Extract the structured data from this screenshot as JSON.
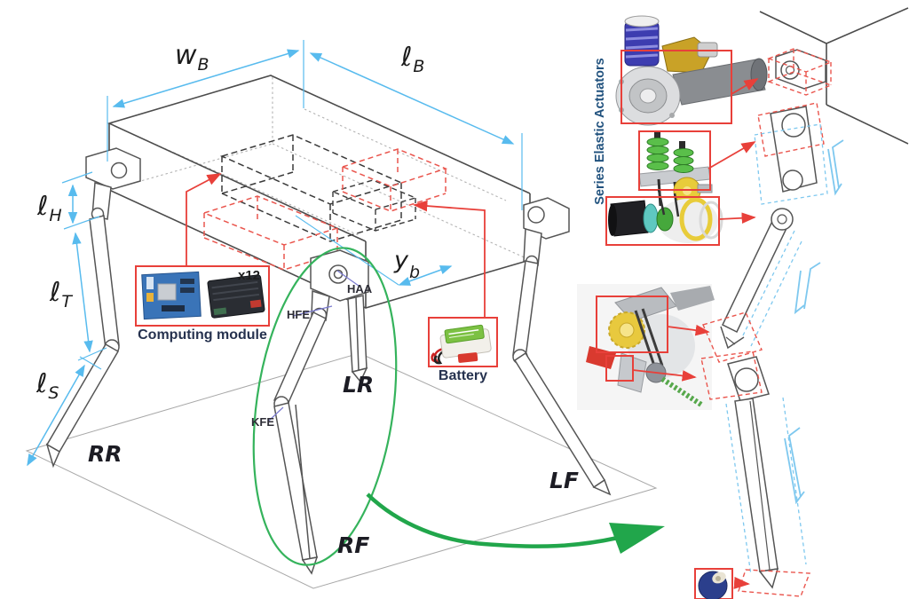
{
  "dimension_labels": {
    "body_width": {
      "symbol": "w",
      "subscript": "B"
    },
    "body_length": {
      "symbol": "ℓ",
      "subscript": "B"
    },
    "hip_segment": {
      "symbol": "ℓ",
      "subscript": "H"
    },
    "thigh_segment": {
      "symbol": "ℓ",
      "subscript": "T"
    },
    "shank_segment": {
      "symbol": "ℓ",
      "subscript": "S"
    },
    "hip_lateral_offset": {
      "symbol": "y",
      "subscript": "b"
    }
  },
  "joint_labels": {
    "haa": "HAA",
    "hfe": "HFE",
    "kfe": "KFE"
  },
  "leg_labels": {
    "rr": "RR",
    "lr": "LR",
    "rf": "RF",
    "lf": "LF"
  },
  "callouts": {
    "computing_module": {
      "caption": "Computing module",
      "count_badge": "x12"
    },
    "battery": {
      "caption": "Battery"
    }
  },
  "side_panel": {
    "title": "Series Elastic Actuators"
  },
  "icons": {
    "motherboard_photo": "computing-board-photo",
    "motor_controller_photo": "motor-controller-photo",
    "battery_photo": "lipo-battery-photo",
    "sea_exploded_photo": "series-elastic-actuator-photo",
    "spring_stack_photo": "spring-package-photo",
    "motor_unit_photo": "motor-chain-unit-photo",
    "knee_chain_photo": "knee-chain-drive-photo",
    "foot_ball_photo": "rubber-ball-foot-photo"
  },
  "colors": {
    "dimension_blue": "#58bbee",
    "callout_red": "#e8403a",
    "highlight_green": "#28a54d",
    "label_navy": "#26324f",
    "panel_title_blue": "#21527e",
    "line_dark": "#4c4c4c",
    "ground_gray": "#a5a5a5"
  }
}
